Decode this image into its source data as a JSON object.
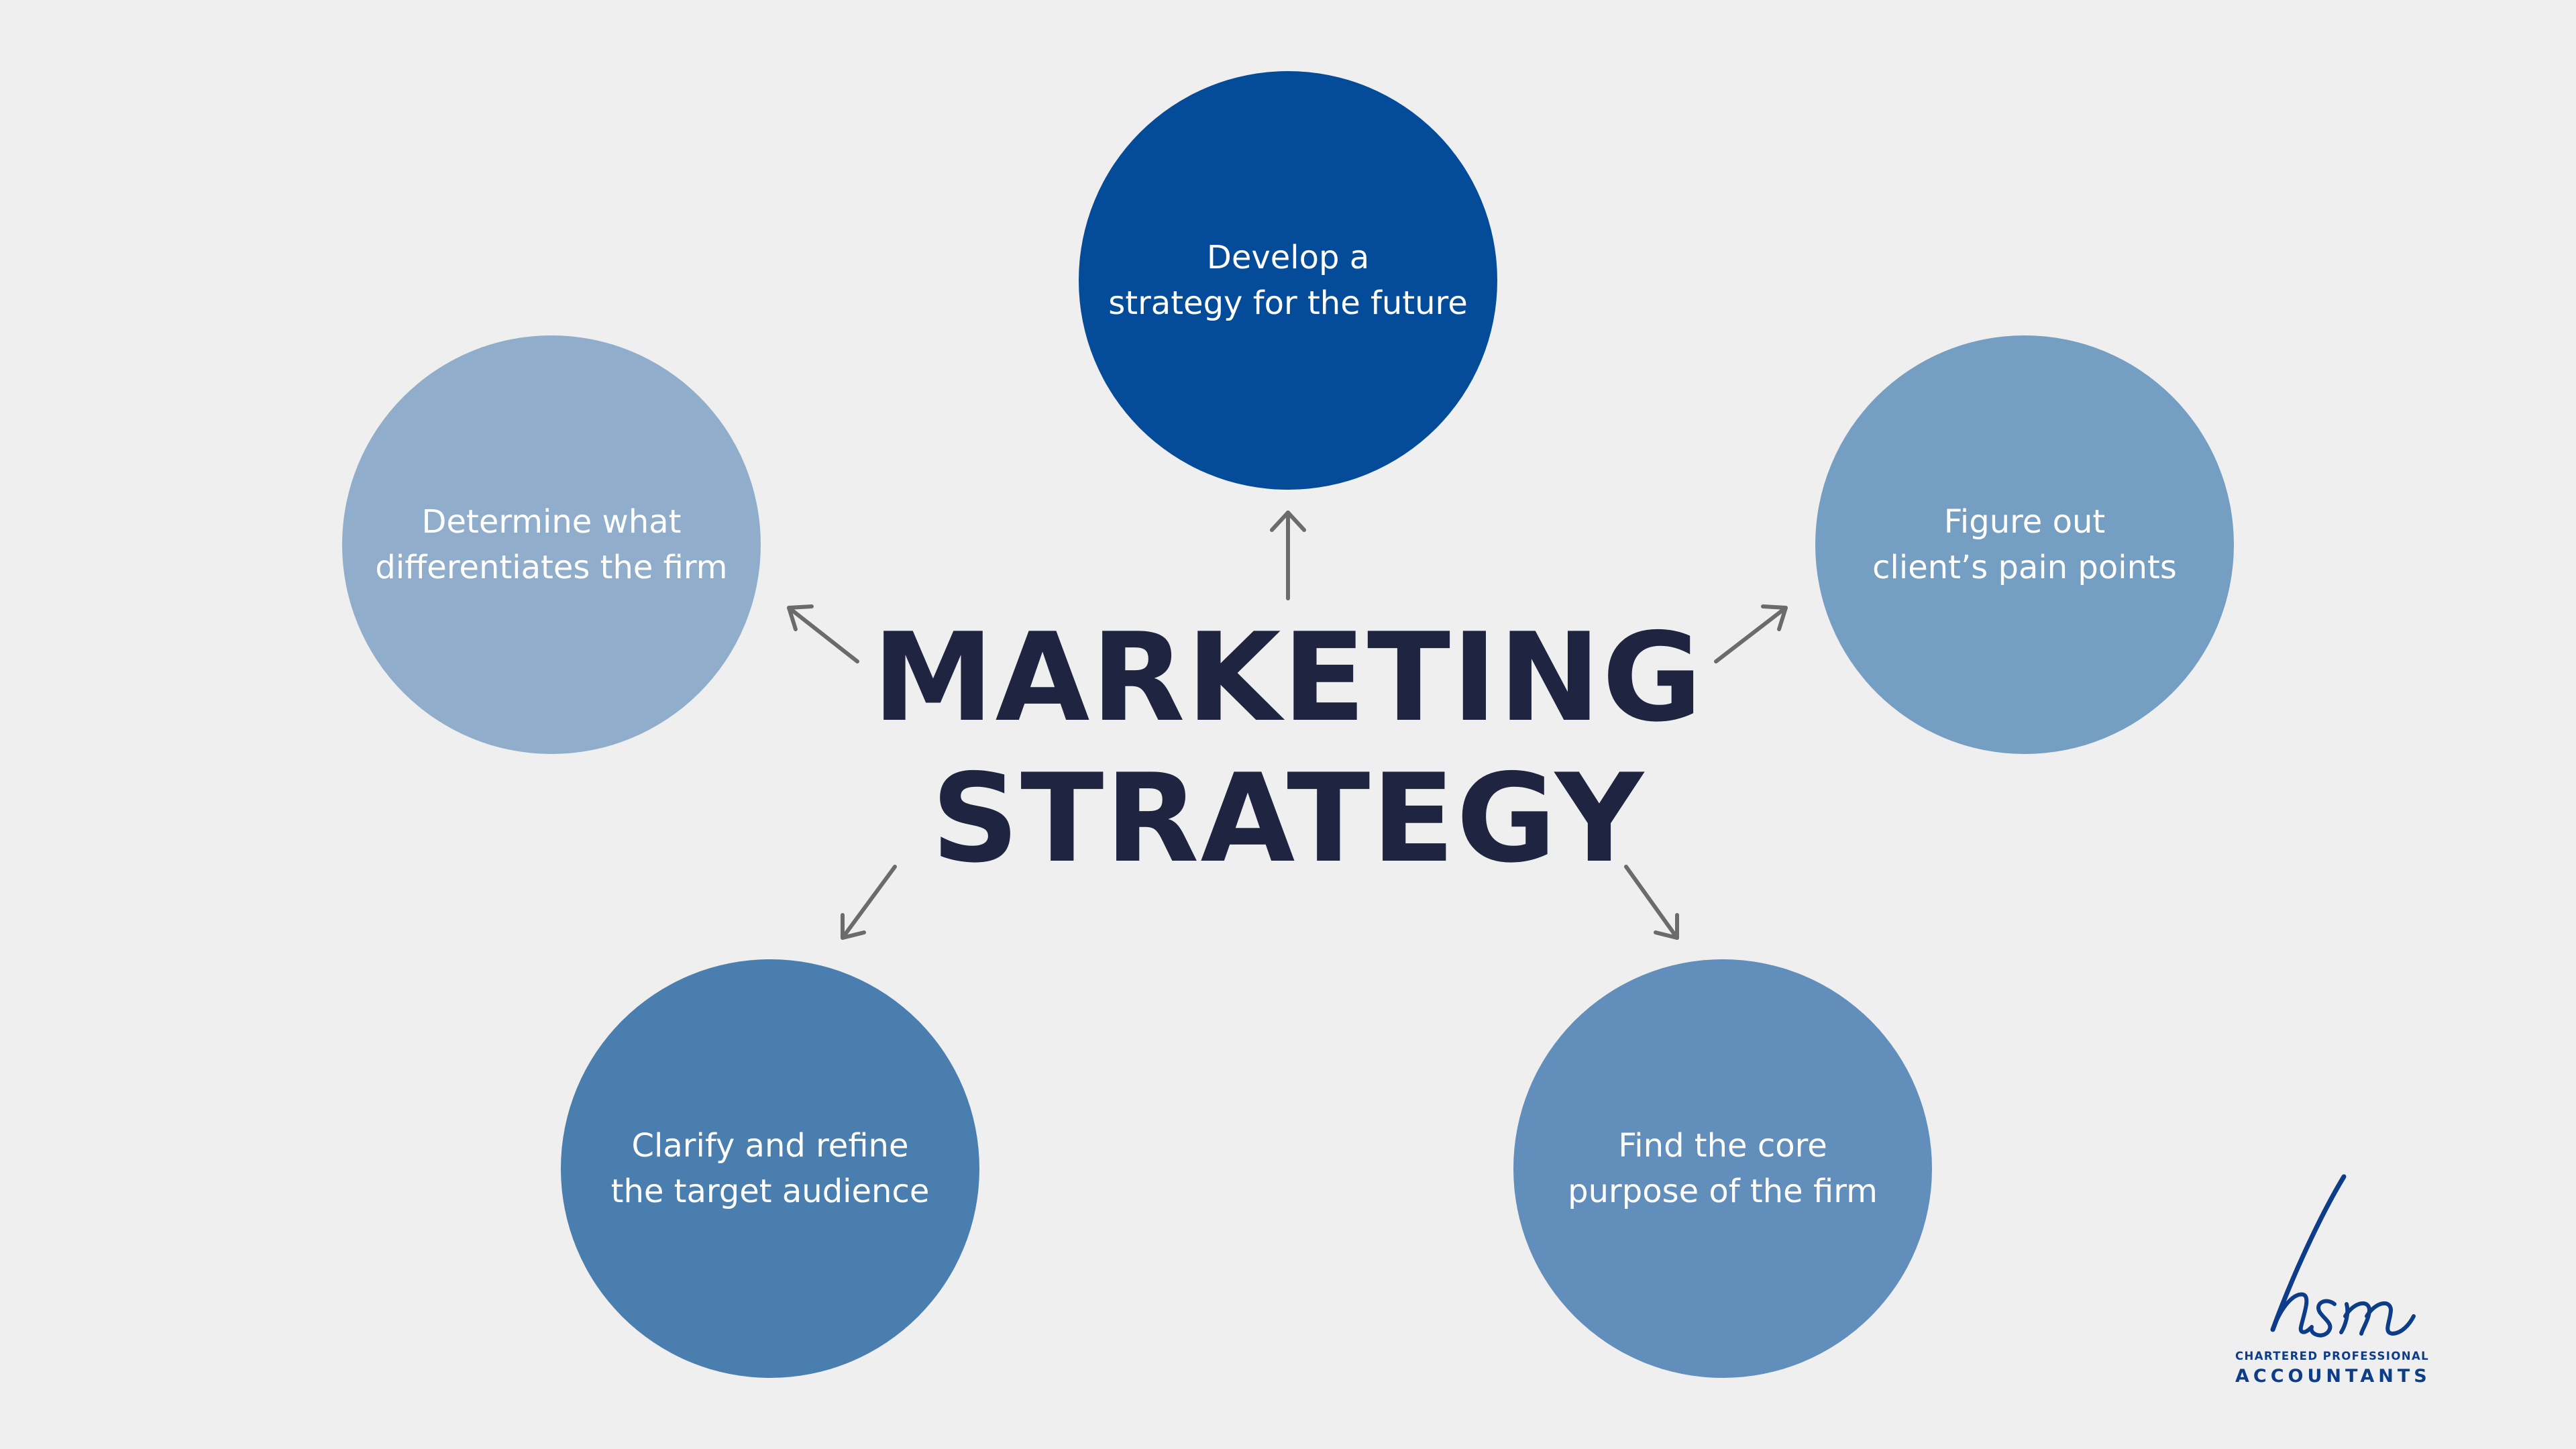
{
  "title": {
    "line1": "MARKETING",
    "line2": "STRATEGY"
  },
  "nodes": [
    {
      "id": "top",
      "line1": "Develop a",
      "line2": "strategy for the future",
      "color": "#044c99"
    },
    {
      "id": "left",
      "line1": "Determine what",
      "line2": "differentiates the firm",
      "color": "#90aecb"
    },
    {
      "id": "right",
      "line1": "Figure out",
      "line2": "client’s pain points",
      "color": "#759ec3"
    },
    {
      "id": "bottom-left",
      "line1": "Clarify and refine",
      "line2": "the target audience",
      "color": "#4a7eae"
    },
    {
      "id": "bottom-right",
      "line1": "Find the core",
      "line2": "purpose of the firm",
      "color": "#618eba"
    }
  ],
  "logo": {
    "mark": "hsm",
    "subtitle": "CHARTERED PROFESSIONAL",
    "name": "ACCOUNTANTS",
    "color": "#0d3c88"
  },
  "colors": {
    "background": "#efefef",
    "title": "#1f2540",
    "arrow": "#6b6b6b"
  }
}
